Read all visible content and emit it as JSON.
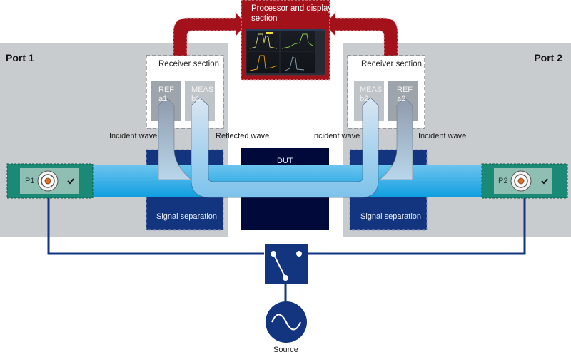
{
  "diagram": {
    "title": "Vector network analyzer block diagram",
    "ports": [
      {
        "label": "Port 1",
        "connector_label": "P1",
        "status_icon": "check-icon"
      },
      {
        "label": "Port 2",
        "connector_label": "P2",
        "status_icon": "check-icon"
      }
    ],
    "processor": {
      "title_line1": "Processor and display",
      "title_line2": "section"
    },
    "receivers": [
      {
        "title": "Receiver section",
        "channels": [
          {
            "line1": "REF",
            "line2": "a1"
          },
          {
            "line1": "MEAS",
            "line2": "b1"
          }
        ]
      },
      {
        "title": "Receiver section",
        "channels": [
          {
            "line1": "MEAS",
            "line2": "b2"
          },
          {
            "line1": "REF",
            "line2": "a2"
          }
        ]
      }
    ],
    "wave_labels": {
      "left_incident": "Incident wave",
      "left_reflected": "Reflected wave",
      "right_incident_inner": "Incident wave",
      "right_incident_outer": "Incident wave"
    },
    "signal_separation": [
      "Signal separation",
      "Signal separation"
    ],
    "dut": "DUT",
    "source": "Source",
    "colors": {
      "port_panel": "#c9cccf",
      "processor_red": "#a3111b",
      "navy": "#1a3a8a",
      "dut_navy": "#000a3a",
      "teal": "#1a8a76",
      "cyan_wave": "#1aa8e6",
      "ref_channel": "#9ea4ab",
      "meas_channel": "#bfc4c9"
    }
  }
}
